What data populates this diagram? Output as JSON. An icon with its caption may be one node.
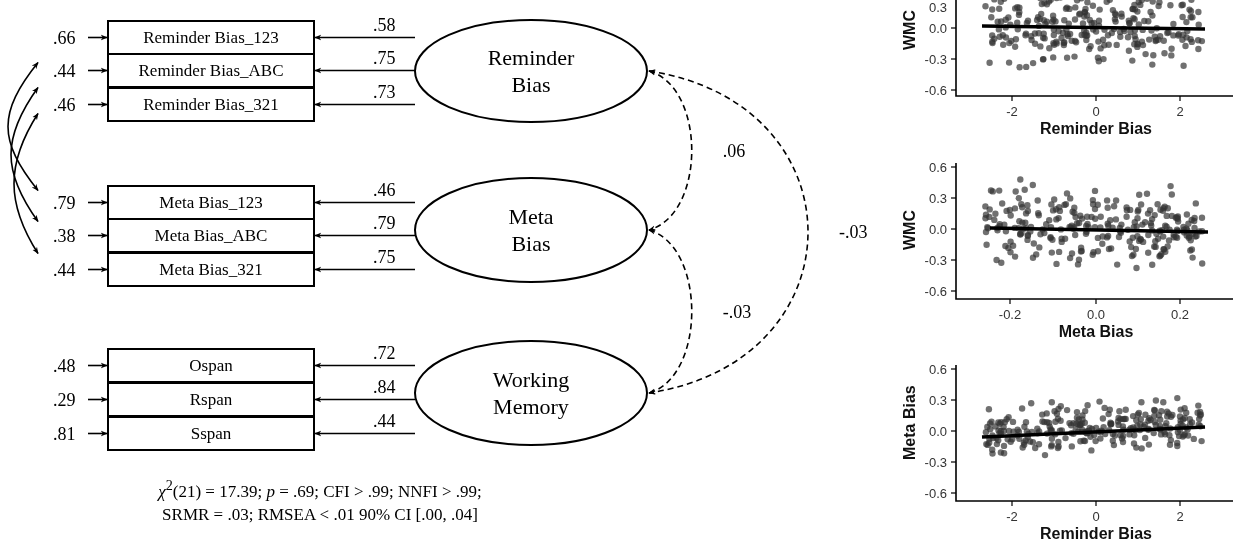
{
  "diagram": {
    "caption": "*χ*$^{2}$(21) = 17.39; *p* = .69; CFI > .99; NNFI > .99; SRMR = .03; RMSEA < .01 90% CI [.00, .04]",
    "nodes": [
      {
        "text": [
          "Reminder Bias_123"
        ]
      },
      {
        "text": [
          "Reminder Bias_ABC"
        ]
      },
      {
        "text": [
          "Reminder Bias_321"
        ]
      },
      {
        "text": [
          "Meta Bias_123"
        ]
      },
      {
        "text": [
          "Meta Bias_ABC"
        ]
      },
      {
        "text": [
          "Meta Bias_321"
        ]
      },
      {
        "text": [
          "Ospan"
        ]
      },
      {
        "text": [
          "Rspan"
        ]
      },
      {
        "text": [
          "Sspan"
        ]
      },
      {
        "text": [
          "Reminder Bias"
        ]
      },
      {
        "text": [
          "Meta Bias"
        ]
      },
      {
        "text": [
          "Working Memory"
        ]
      }
    ],
    "edges": [
      {
        "from": null,
        "to": 0,
        "arrow": "to",
        "label": ".66"
      },
      {
        "from": null,
        "to": 1,
        "arrow": "to",
        "label": ".44"
      },
      {
        "from": null,
        "to": 2,
        "arrow": "to",
        "label": ".46"
      },
      {
        "from": null,
        "to": 3,
        "arrow": "to",
        "label": ".79"
      },
      {
        "from": null,
        "to": 4,
        "arrow": "to",
        "label": ".38"
      },
      {
        "from": null,
        "to": 5,
        "arrow": "to",
        "label": ".44"
      },
      {
        "from": null,
        "to": 6,
        "arrow": "to",
        "label": ".48"
      },
      {
        "from": null,
        "to": 7,
        "arrow": "to",
        "label": ".29"
      },
      {
        "from": null,
        "to": 8,
        "arrow": "to",
        "label": ".81"
      },
      {
        "from": 9,
        "to": 0,
        "arrow": "to",
        "label": ".58"
      },
      {
        "from": 9,
        "to": 1,
        "arrow": "to",
        "label": ".75"
      },
      {
        "from": 9,
        "to": 2,
        "arrow": "to",
        "label": ".73"
      },
      {
        "from": 10,
        "to": 3,
        "arrow": "to",
        "label": ".46"
      },
      {
        "from": 10,
        "to": 4,
        "arrow": "to",
        "label": ".79"
      },
      {
        "from": 10,
        "to": 5,
        "arrow": "to",
        "label": ".75"
      },
      {
        "from": 11,
        "to": 6,
        "arrow": "to",
        "label": ".72"
      },
      {
        "from": 11,
        "to": 7,
        "arrow": "to",
        "label": ".84"
      },
      {
        "from": 11,
        "to": 8,
        "arrow": "to",
        "label": ".44"
      },
      {
        "from": 0,
        "to": 3,
        "arrow": "both"
      },
      {
        "from": 1,
        "to": 4,
        "arrow": "both"
      },
      {
        "from": 2,
        "to": 5,
        "arrow": "both"
      },
      {
        "from": 9,
        "to": 10,
        "arrow": "both",
        "style": "dashed",
        "label": ".06"
      },
      {
        "from": 10,
        "to": 11,
        "arrow": "both",
        "style": "dashed",
        "label": "-.03"
      },
      {
        "from": 9,
        "to": 11,
        "arrow": "both",
        "style": "dashed",
        "label": "-.03"
      }
    ],
    "labels": [
      "WMC",
      "0.3",
      "0.0",
      "-0.3",
      "-0.6",
      "-2",
      "0",
      "2",
      "Reminder Bias",
      "WMC",
      "0.6",
      "0.3",
      "0.0",
      "-0.3",
      "-0.6",
      "-0.2",
      "0.0",
      "0.2",
      "Meta Bias",
      "Meta Bias",
      "0.6",
      "0.3",
      "0.0",
      "-0.3",
      "-0.6",
      "-2",
      "0",
      "2",
      "Reminder Bias"
    ]
  }
}
